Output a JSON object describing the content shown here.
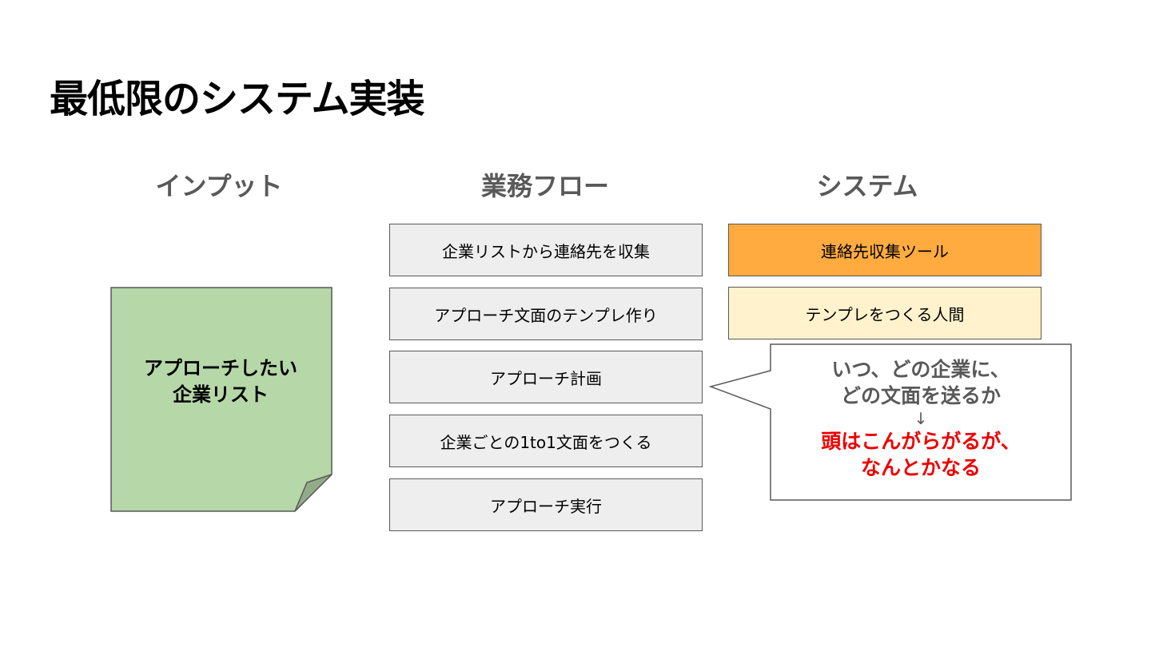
{
  "title": "最低限のシステム実装",
  "columns": {
    "input": "インプット",
    "flow": "業務フロー",
    "system": "システム"
  },
  "input_note": {
    "line1": "アプローチしたい",
    "line2": "企業リスト",
    "color": "#b6d7a8"
  },
  "flow_steps": [
    "企業リストから連絡先を収集",
    "アプローチ文面のテンプレ作り",
    "アプローチ計画",
    "企業ごとの1to1文面をつくる",
    "アプローチ実行"
  ],
  "system_items": [
    {
      "label": "連絡先収集ツール",
      "color": "#ffab40"
    },
    {
      "label": "テンプレをつくる人間",
      "color": "#fff2cc"
    }
  ],
  "callout": {
    "line1": "いつ、どの企業に、",
    "line2": "どの文面を送るか",
    "arrow": "↓",
    "red_line1": "頭はこんがらがるが、",
    "red_line2": "なんとかなる",
    "red_color": "#ee0000"
  }
}
